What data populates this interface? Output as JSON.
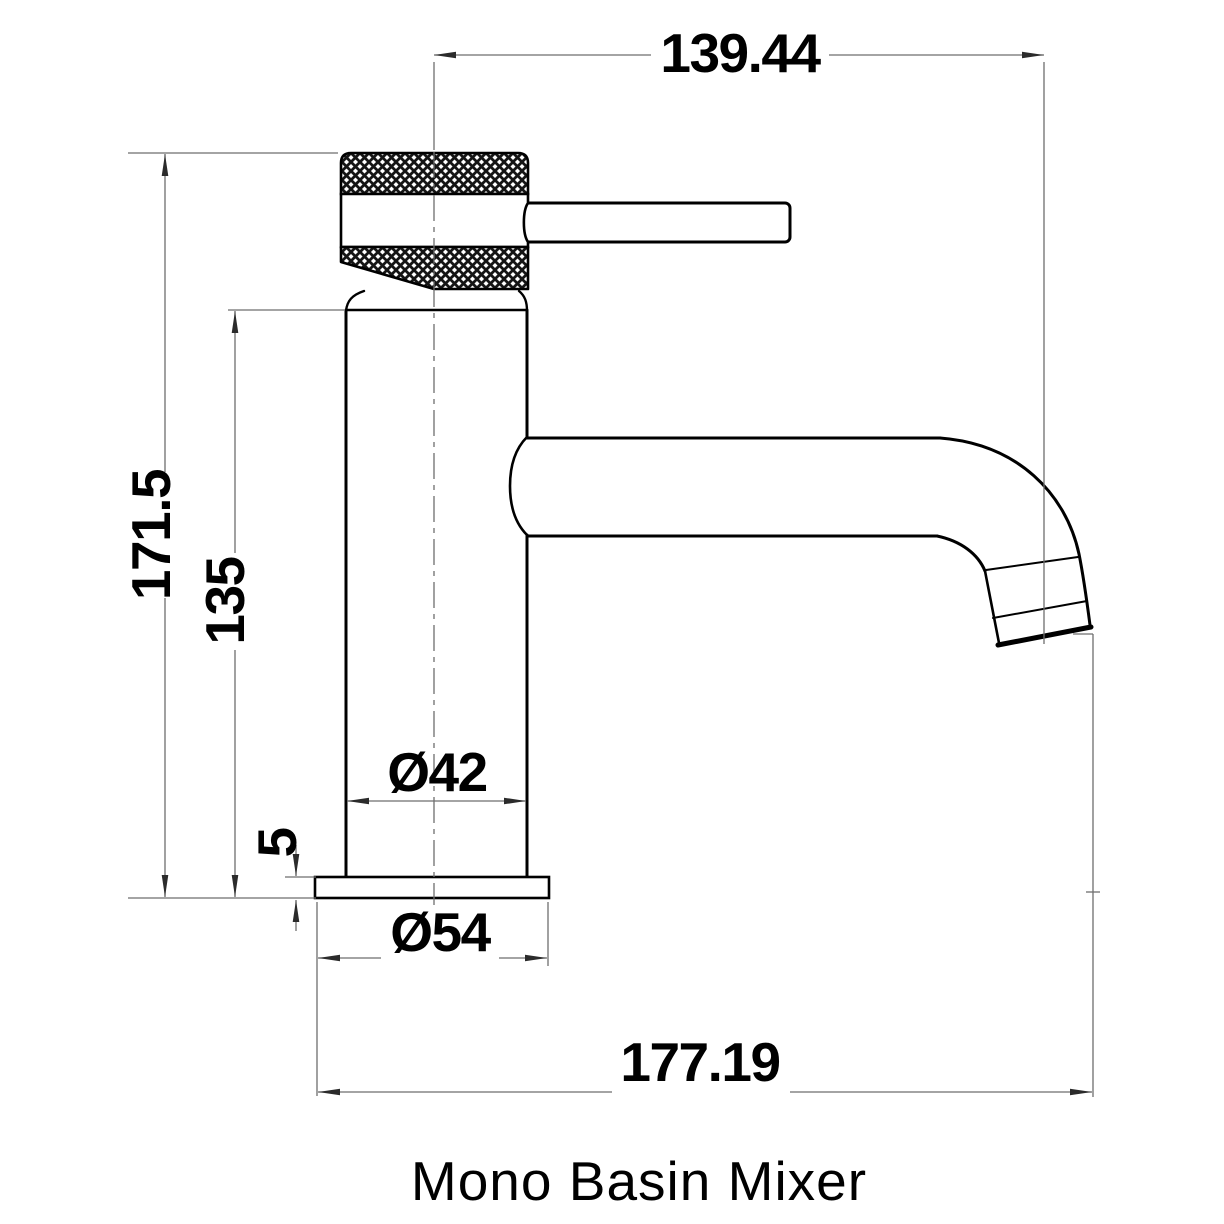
{
  "title": "Mono Basin Mixer",
  "drawing_type": "technical dimension drawing",
  "dimensions": {
    "spout_reach": "139.44",
    "overall_height": "171.5",
    "body_height": "135",
    "body_diameter": "Ø42",
    "base_thickness": "5",
    "base_diameter": "Ø54",
    "overall_depth": "177.19"
  },
  "colors": {
    "object_line": "#000000",
    "dimension_line": "#6e6e6e",
    "arrowhead": "#2b2b2b",
    "background": "#ffffff"
  }
}
